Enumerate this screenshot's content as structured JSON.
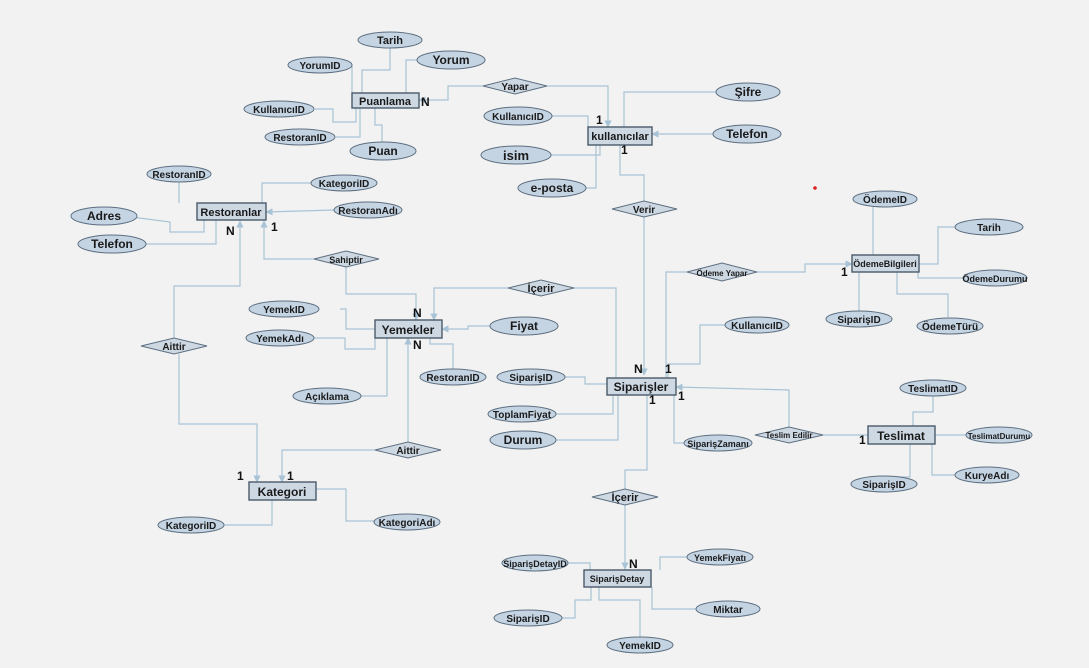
{
  "entities": {
    "puanlama": "Puanlama",
    "kullanicilar": "kullanıcılar",
    "restoranlar": "Restoranlar",
    "yemekler": "Yemekler",
    "siparisler": "Siparişler",
    "odeme_bilgileri": "ÖdemeBilgileri",
    "teslimat": "Teslimat",
    "kategori": "Kategori",
    "siparis_detay": "SiparişDetay"
  },
  "relationships": {
    "yapar": "Yapar",
    "verir": "Verir",
    "sahiptir": "Sahiptir",
    "icerir_yemek": "İçerir",
    "odeme_yapar": "Ödeme Yapar",
    "aittir_left": "Aittir",
    "aittir_mid": "Aittir",
    "teslim_edilir": "Teslim Edilir",
    "icerir_detay": "İçerir"
  },
  "attributes": {
    "tarih_puanlama": "Tarih",
    "yorum_id": "YorumID",
    "yorum": "Yorum",
    "kullanici_id_puanlama": "KullanıcıID",
    "restoran_id_puanlama": "RestoranID",
    "puan": "Puan",
    "sifre": "Şifre",
    "kullanici_id_kullanicilar": "KullanıcıID",
    "telefon_kullanicilar": "Telefon",
    "isim": "isim",
    "e_posta": "e-posta",
    "restoran_id_restoranlar": "RestoranID",
    "kategori_id_restoranlar": "KategoriID",
    "restoran_adi": "RestoranAdı",
    "adres": "Adres",
    "telefon_restoranlar": "Telefon",
    "yemek_id": "YemekID",
    "yemek_adi": "YemekAdı",
    "fiyat": "Fiyat",
    "aciklama": "Açıklama",
    "restoran_id_yemekler": "RestoranID",
    "siparis_id_siparisler": "SiparişID",
    "toplam_fiyat": "ToplamFiyat",
    "durum": "Durum",
    "kullanici_id_siparisler": "KullanıcıID",
    "siparis_zamani": "SiparişZamanı",
    "odeme_id": "ÖdemeID",
    "tarih_odeme": "Tarih",
    "odeme_durumu": "ÖdemeDurumu",
    "siparis_id_odeme": "SiparişID",
    "odeme_turu": "ÖdemeTürü",
    "teslimat_id": "TeslimatID",
    "teslimat_durumu": "TeslimatDurumu",
    "siparis_id_teslimat": "SiparişID",
    "kurye_adi": "KuryeAdı",
    "kategori_id_kategori": "KategoriID",
    "kategori_adi": "KategoriAdı",
    "siparis_detay_id": "SiparişDetayID",
    "yemek_fiyati": "YemekFiyatı",
    "miktar": "Miktar",
    "siparis_id_detay": "SiparişID",
    "yemek_id_detay": "YemekID"
  },
  "cardinalities": {
    "puanlama_n": "N",
    "kullanicilar_yapar_1": "1",
    "kullanicilar_verir_1": "1",
    "restoranlar_n": "N",
    "restoranlar_1": "1",
    "yemekler_sahiptir_n": "N",
    "yemekler_aittir_n": "N",
    "siparisler_verir_n": "N",
    "siparisler_odeme_1": "1",
    "siparisler_detay_1": "1",
    "siparisler_teslim_1": "1",
    "odeme_1": "1",
    "teslimat_1": "1",
    "kategori_left_1": "1",
    "kategori_mid_1": "1",
    "siparis_detay_n": "N"
  },
  "colors": {
    "background": "#f2f2f2",
    "connector": "#a8c3d6",
    "node_fill": "#cdd8e3",
    "node_stroke": "#4a5a6a",
    "accent_dot": "#e02020"
  }
}
